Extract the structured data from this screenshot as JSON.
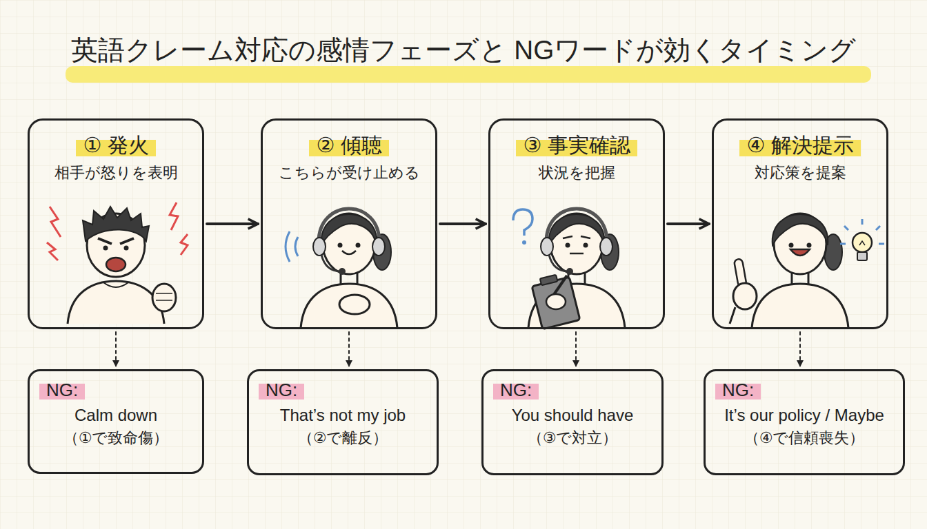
{
  "diagram": {
    "title": "英語クレーム対応の感情フェーズと NGワードが効くタイミング",
    "nodes": [
      {
        "text": [
          "① 発火",
          "相手が怒りを表明"
        ]
      },
      {
        "text": [
          "② 傾聴",
          "こちらが受け止める"
        ]
      },
      {
        "text": [
          "③ 事実確認",
          "状況を把握"
        ]
      },
      {
        "text": [
          "④ 解決提示",
          "対応策を提案"
        ]
      },
      {
        "text": [
          "NG:",
          "Calm down",
          "（①で致命傷）"
        ]
      },
      {
        "text": [
          "NG:",
          "That’s not my job",
          "（②で離反）"
        ]
      },
      {
        "text": [
          "NG:",
          "You should have",
          "（③で対立）"
        ]
      },
      {
        "text": [
          "NG:",
          "It’s our policy / Maybe",
          "（④で信頼喪失）"
        ]
      }
    ],
    "edges": [
      {
        "from": 0,
        "to": 1,
        "arrow": "to"
      },
      {
        "from": 1,
        "to": 2,
        "arrow": "to"
      },
      {
        "from": 2,
        "to": 3,
        "arrow": "to"
      },
      {
        "from": 0,
        "to": 4,
        "arrow": "to"
      },
      {
        "from": 1,
        "to": 5,
        "arrow": "to"
      },
      {
        "from": 2,
        "to": 6,
        "arrow": "to"
      },
      {
        "from": 3,
        "to": 7,
        "arrow": "to"
      }
    ]
  }
}
